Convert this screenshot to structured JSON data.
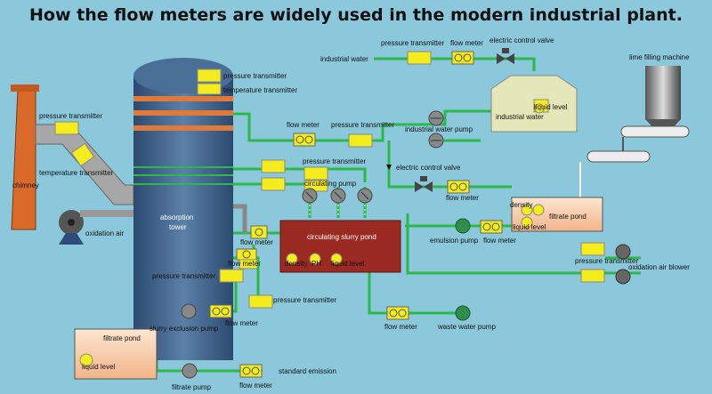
{
  "title": "How the flow meters are widely used in the modern industrial plant.",
  "labels": {
    "industrial_water": "industrial water",
    "pt_top": "pressure transmitter",
    "fm_top": "flow meter",
    "ecv_top": "electric control valve",
    "lime_filling": "lime filling machine",
    "liquid_level_iw": "liquid level",
    "industrial_water_tank": "industrial water",
    "pt_tower": "pressure transmitter",
    "tt_tower": "temperature transmitter",
    "pt_chimney": "pressure transmitter",
    "tt_chimney": "temperature transmitter",
    "chimney": "chimney",
    "oxidation_air": "oxidation air",
    "absorption_tower": "absorption\ntower",
    "fm_mid": "flow meter",
    "pt_mid": "pressure transmitter",
    "iw_pump": "industrial water pump",
    "pt_upper": "pressure transmitter",
    "circ_pump": "circulating pump",
    "ecv_mid": "electric control valve",
    "fm_ecv": "flow meter",
    "density_fp": "density",
    "liquid_level_fp": "liquid level",
    "filtrate_pond_r": "filtrate pond",
    "fm_under_tower": "flow meter",
    "circ_slurry_pond": "circulating slurry pond",
    "density_csp": "density",
    "ph_csp": "PH",
    "liquid_level_csp": "liquid level",
    "fm_csp_left": "flow meter",
    "emulsion_pump": "emulsion pump",
    "fm_emulsion": "flow meter",
    "pt_blower": "pressure transmitter",
    "ox_air_blower": "oxidation air blower",
    "pt_left": "pressure transmitter",
    "pt_left2": "pressure transmitter",
    "slurry_exclusion_pump": "slurry exclusion pump",
    "fm_slurry": "flow meter",
    "filtrate_pond_l": "filtrate pond",
    "liquid_level_fpl": "liquid level",
    "fm_waste": "flow meter",
    "waste_water_pump": "waste water pump",
    "standard_emission": "standard emission",
    "filtrate_pump": "filtrate pump",
    "fm_bottom": "flow meter"
  },
  "colors": {
    "background": "#8cc8dc",
    "pipe": "#2db84a",
    "tower": "#3a5d86",
    "slurry_pond": "#9a2a22",
    "chimney": "#d96a2a",
    "meter": "#f4ec1c"
  }
}
